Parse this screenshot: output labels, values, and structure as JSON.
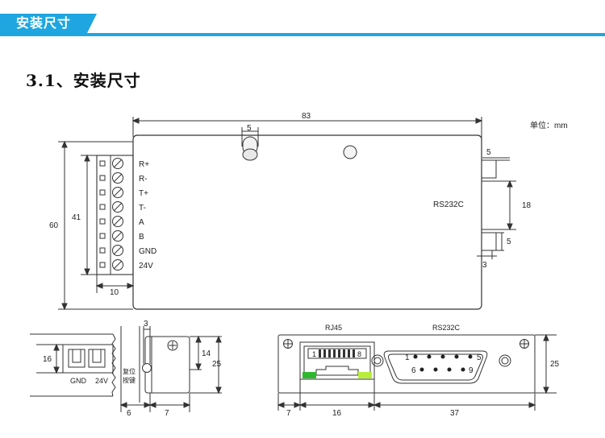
{
  "banner": {
    "title": "安装尺寸",
    "color": "#1fa6e0"
  },
  "section": {
    "title": "3.1、安装尺寸"
  },
  "unit_label": "单位：mm",
  "top_view": {
    "overall_width": "83",
    "knob_width": "5",
    "total_height": "60",
    "terminal_span": "41",
    "terminal_width": "10",
    "terminals": [
      "R+",
      "R-",
      "T+",
      "T-",
      "A",
      "B",
      "GND",
      "24V"
    ],
    "connector_label": "RS232C",
    "connector_height": "18",
    "connector_top_offset": "5",
    "connector_bottom_offset": "5",
    "connector_depth": "3"
  },
  "left_view": {
    "power_labels": [
      "GND",
      "24V"
    ],
    "height": "16",
    "width_left": "6",
    "gap": "3",
    "width_right": "7",
    "reset_label_line1": "复位",
    "reset_label_line2": "按键",
    "tab_height": "14",
    "total_height": "25"
  },
  "right_view": {
    "rj45_label": "RJ45",
    "rs232_label": "RS232C",
    "rj45_pin_first": "1",
    "rj45_pin_last": "8",
    "db9_pins": [
      "1",
      "5",
      "6",
      "9"
    ],
    "left_margin": "7",
    "rj45_width": "16",
    "db9_width": "37",
    "total_height": "25",
    "led_colors": [
      "#2eb82e",
      "#b8ee3a"
    ]
  }
}
